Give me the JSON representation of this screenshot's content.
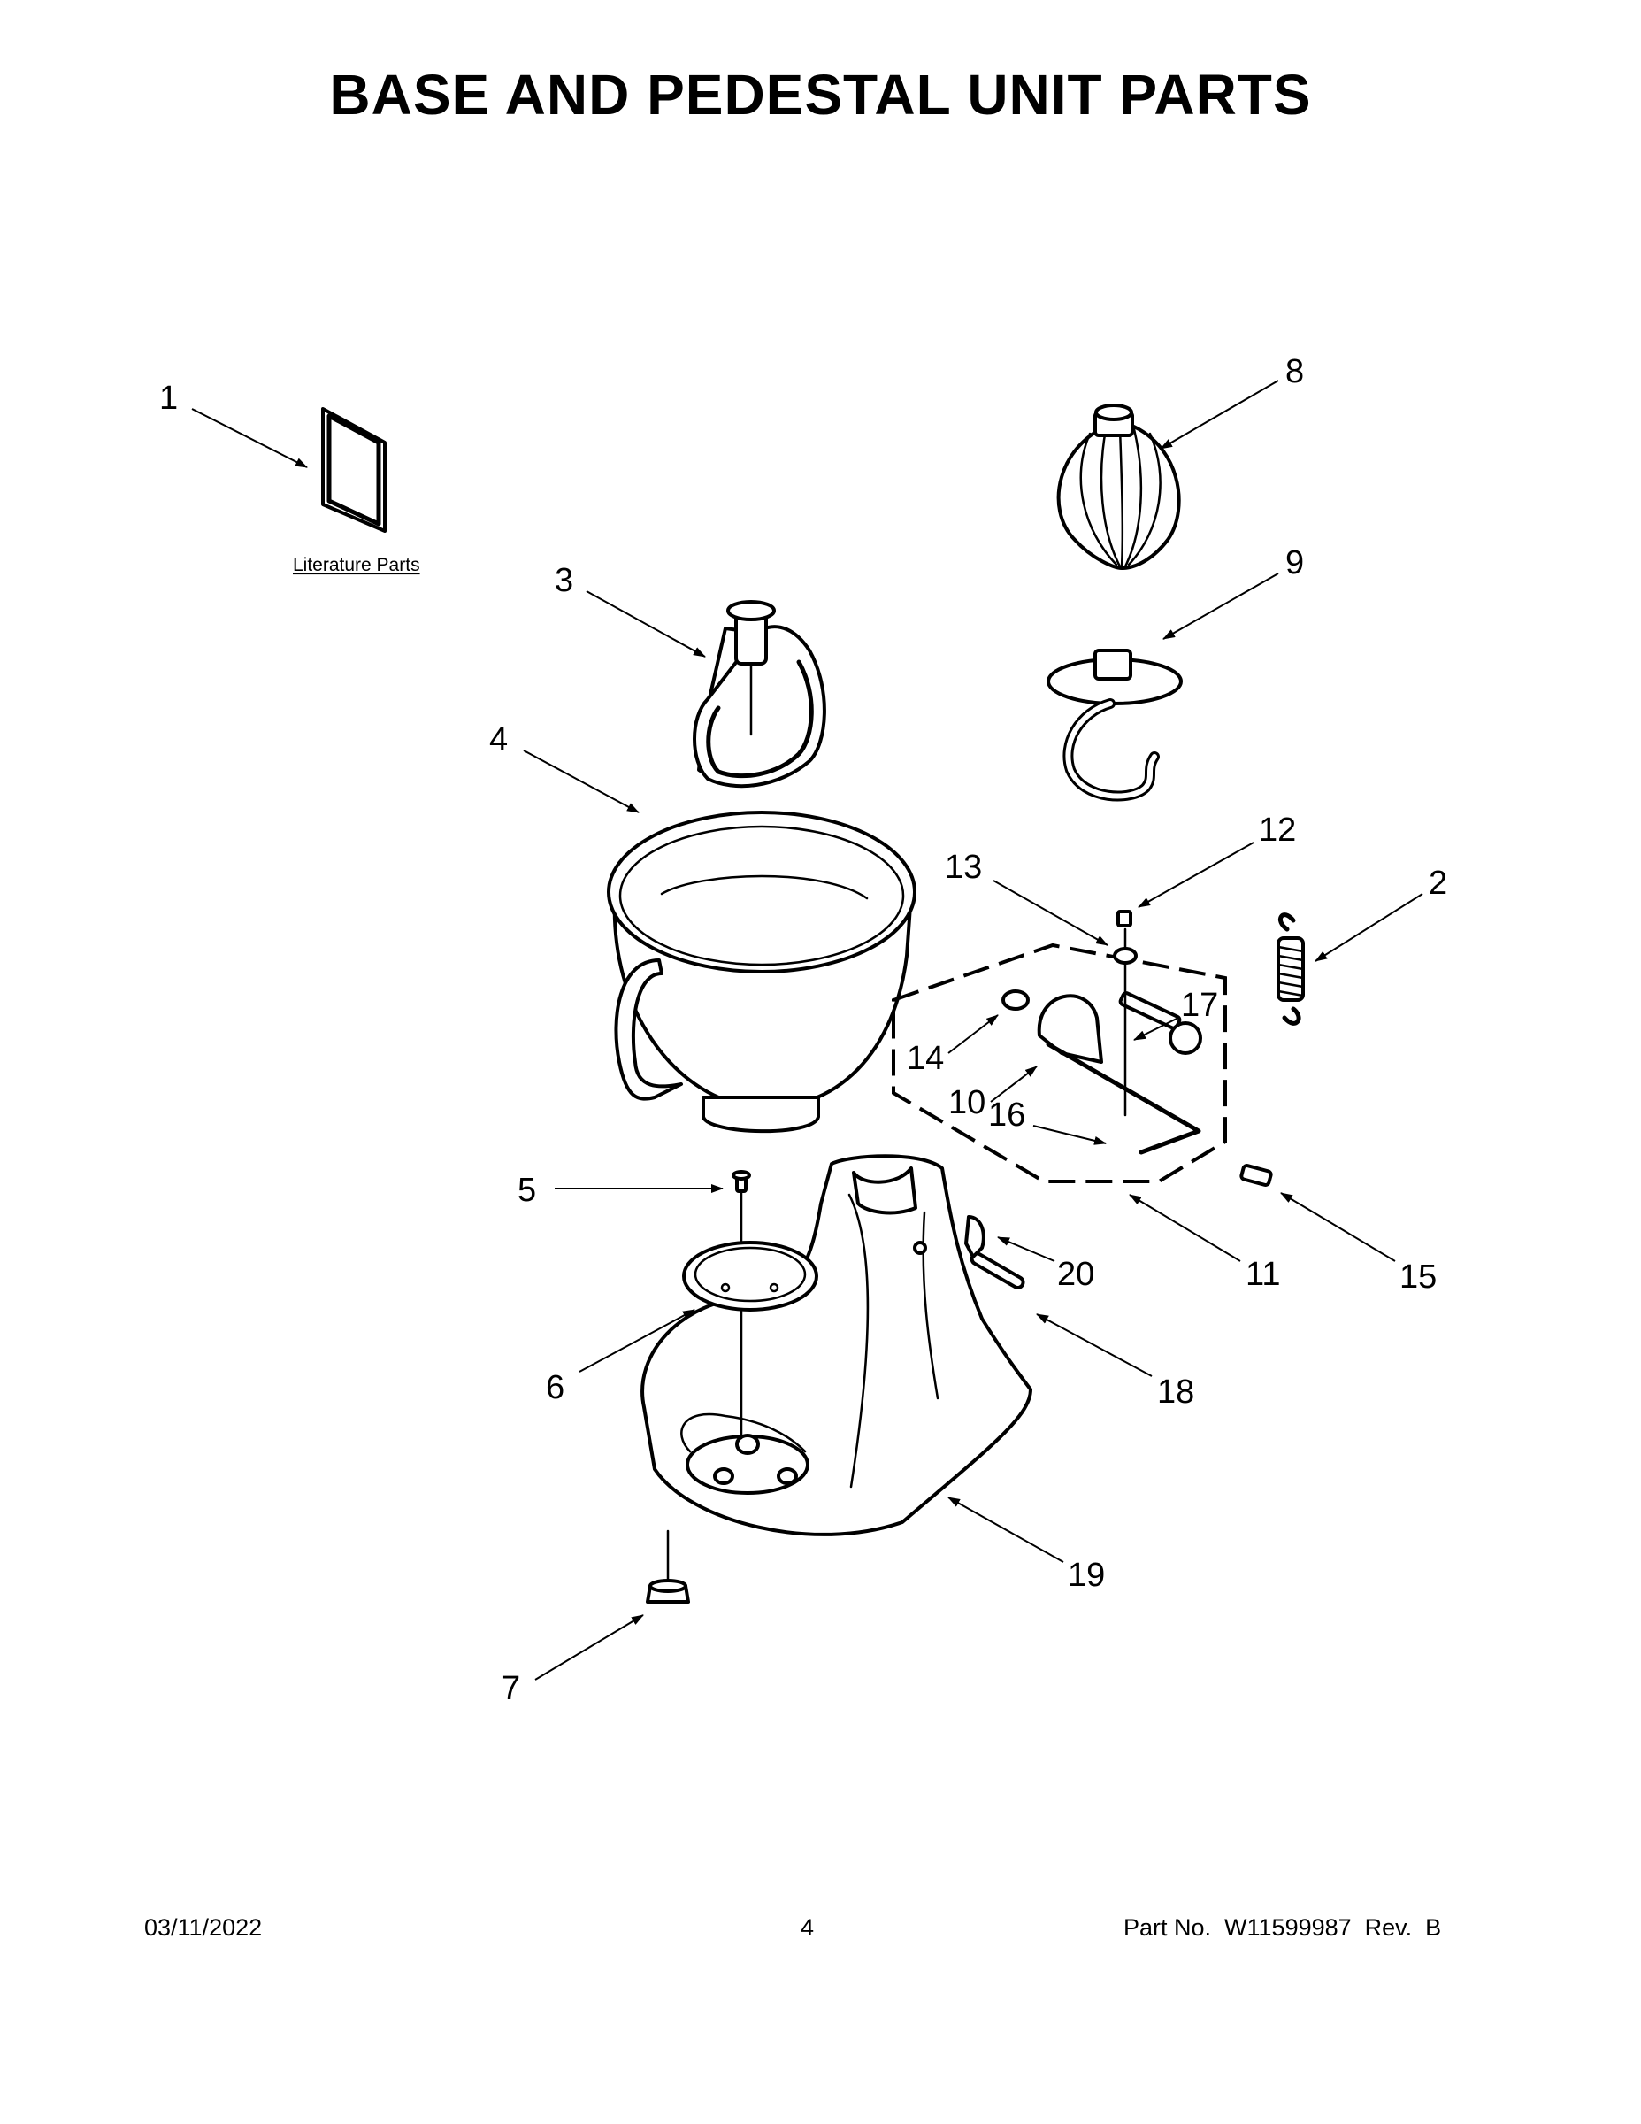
{
  "title": "BASE AND PEDESTAL UNIT PARTS",
  "literature_label": "Literature Parts",
  "callouts": [
    "1",
    "2",
    "3",
    "4",
    "5",
    "6",
    "7",
    "8",
    "9",
    "10",
    "11",
    "12",
    "13",
    "14",
    "15",
    "16",
    "17",
    "18",
    "19",
    "20"
  ],
  "footer": {
    "date": "03/11/2022",
    "page_number": "4",
    "part_number": "Part No.  W11599987  Rev.  B"
  }
}
